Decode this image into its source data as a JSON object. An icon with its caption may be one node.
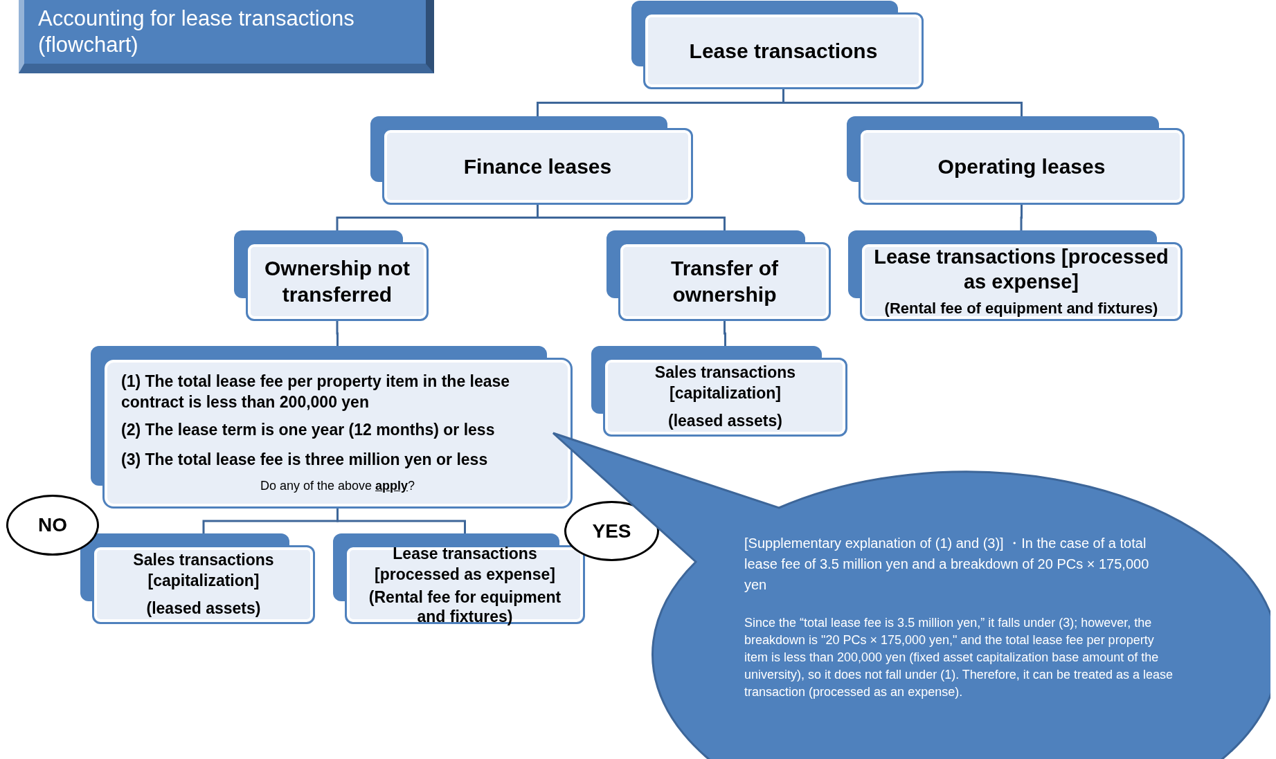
{
  "diagram": {
    "title": "Accounting for lease transactions (flowchart)",
    "nodes": [
      {
        "text": [
          "Lease transactions"
        ]
      },
      {
        "text": [
          "Finance leases"
        ]
      },
      {
        "text": [
          "Operating leases"
        ]
      },
      {
        "text": [
          "Ownership not transferred"
        ]
      },
      {
        "text": [
          "Transfer of ownership"
        ]
      },
      {
        "text": [
          "Lease transactions [processed as expense]",
          "(Rental fee of equipment and fixtures)"
        ]
      },
      {
        "text": [
          "(1) The total lease fee per property item in the lease contract is less than 200,000 yen",
          "(2) The lease term is one year (12 months) or less",
          "(3) The total lease fee is three million yen or less",
          "Do any of the above **apply**?"
        ]
      },
      {
        "text": [
          "Sales transactions [capitalization]",
          "(leased assets)"
        ]
      },
      {
        "text": [
          "NO"
        ]
      },
      {
        "text": [
          "Sales transactions [capitalization]",
          "(leased assets)"
        ]
      },
      {
        "text": [
          "Lease transactions [processed as expense]",
          "(Rental fee for equipment and fixtures)"
        ]
      },
      {
        "text": [
          "YES"
        ]
      },
      {
        "text": [
          "[Supplementary  explanation of (1) and (3)] ・In the case of a total lease fee of 3.5 million yen and a breakdown  of 20 PCs × 175,000 yen",
          "Since the “total lease fee is 3.5 million yen,” it falls under (3); however, the breakdown is \"20 PCs × 175,000 yen,\" and the total lease fee per property item is less than 200,000 yen (fixed asset capitalization base amount of the university), so it does not fall under (1). Therefore, it can be treated as a lease transaction (processed as an expense)."
        ]
      }
    ],
    "edges": [
      {
        "from": 0,
        "to": 1,
        "arrow": "none"
      },
      {
        "from": 0,
        "to": 2,
        "arrow": "none"
      },
      {
        "from": 1,
        "to": 3,
        "arrow": "none"
      },
      {
        "from": 1,
        "to": 4,
        "arrow": "none"
      },
      {
        "from": 2,
        "to": 5,
        "arrow": "none"
      },
      {
        "from": 3,
        "to": 6,
        "arrow": "none"
      },
      {
        "from": 4,
        "to": 7,
        "arrow": "none"
      },
      {
        "from": 6,
        "to": 9,
        "arrow": "none"
      },
      {
        "from": 6,
        "to": 10,
        "arrow": "none"
      }
    ]
  }
}
